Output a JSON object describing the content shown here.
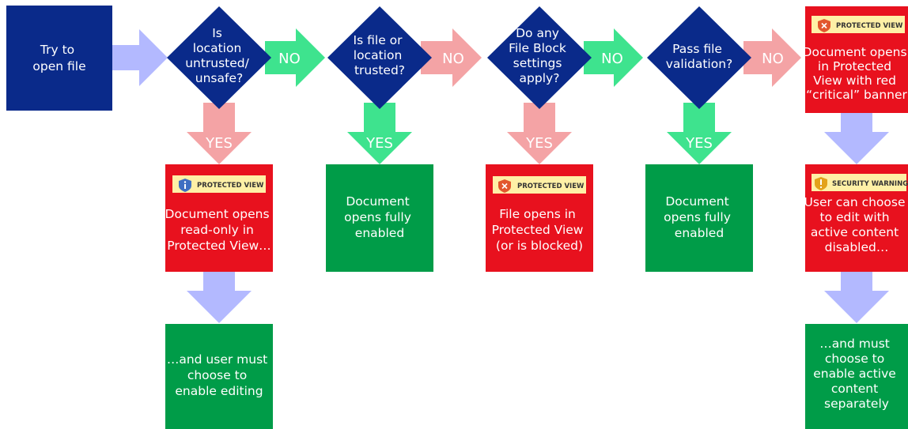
{
  "colors": {
    "dark_blue": "#0a2a8a",
    "red": "#e8111e",
    "green": "#009c48",
    "arrow_blue": "#b3b9ff",
    "arrow_green": "#3ee38e",
    "arrow_pink": "#f4a3a5",
    "badge_bg": "#fff0a6"
  },
  "nodes": {
    "start": [
      "Try to",
      "open file"
    ],
    "q1": [
      "Is",
      "location",
      "untrusted/",
      "unsafe?"
    ],
    "q2": [
      "Is file or",
      "location",
      "trusted?"
    ],
    "q3": [
      "Do any",
      "File Block",
      "settings",
      "apply?"
    ],
    "q4": [
      "Pass file",
      "validation?"
    ],
    "r_critical": [
      "Document opens",
      "in Protected",
      "View with red",
      "“critical” banner"
    ],
    "r_readonly": [
      "Document opens",
      "read-only in",
      "Protected View…"
    ],
    "r_enabled1": [
      "Document",
      "opens fully",
      "enabled"
    ],
    "r_fileblock": [
      "File opens in",
      "Protected View",
      "(or is blocked)"
    ],
    "r_enabled2": [
      "Document",
      "opens fully",
      "enabled"
    ],
    "r_edit": [
      "User can choose",
      "to edit with",
      "active content",
      "disabled…"
    ],
    "r_user_edit": [
      "…and user must",
      "choose to",
      "enable editing"
    ],
    "r_active": [
      "…and must",
      "choose to",
      "enable active",
      "content",
      "separately"
    ]
  },
  "labels": {
    "no": "NO",
    "yes": "YES"
  },
  "badges": {
    "protected_view": "PROTECTED VIEW",
    "security_warning": "SECURITY WARNING"
  },
  "icons": {
    "info": "shield-info-icon",
    "error": "shield-x-icon",
    "warning": "shield-exclamation-icon"
  }
}
